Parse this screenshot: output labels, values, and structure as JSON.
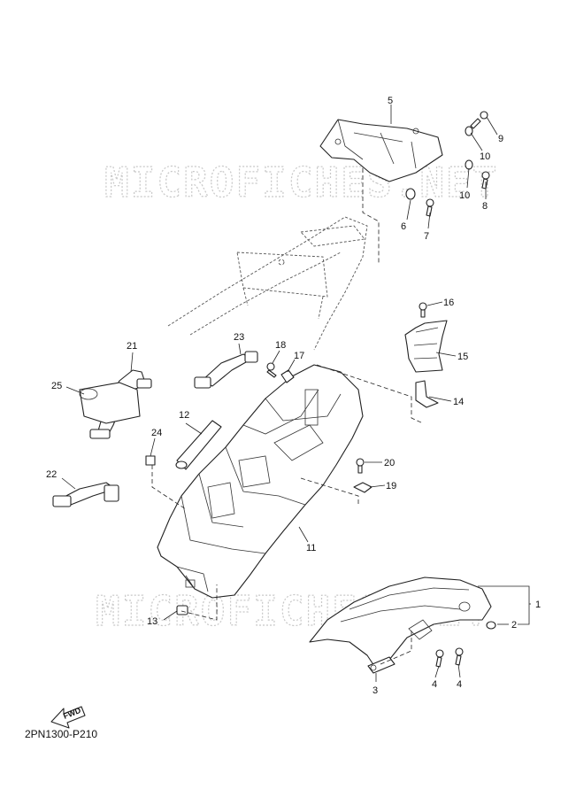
{
  "watermark": "MICROFICHES.NET",
  "diagram_code": "2PN1300-P210",
  "fwd_label": "FWD",
  "callouts": {
    "c1": "1",
    "c2": "2",
    "c3": "3",
    "c4a": "4",
    "c4b": "4",
    "c5": "5",
    "c6": "6",
    "c7": "7",
    "c8": "8",
    "c9": "9",
    "c10a": "10",
    "c10b": "10",
    "c11": "11",
    "c12": "12",
    "c13": "13",
    "c14": "14",
    "c15": "15",
    "c16": "16",
    "c17": "17",
    "c18": "18",
    "c19": "19",
    "c20": "20",
    "c21": "21",
    "c22": "22",
    "c23": "23",
    "c24": "24",
    "c25": "25"
  }
}
